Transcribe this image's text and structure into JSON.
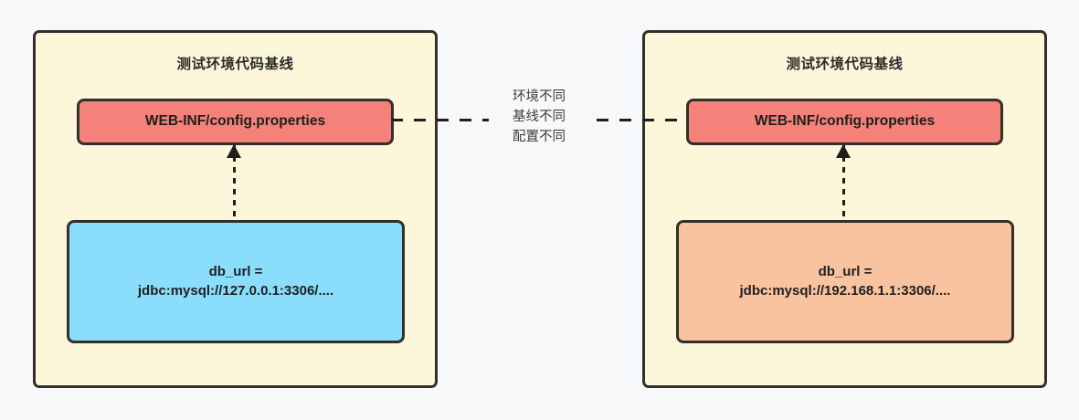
{
  "diagram": {
    "title_left": "测试环境代码基线",
    "title_right": "测试环境代码基线",
    "link_label_lines": [
      "环境不同",
      "基线不同",
      "配置不同"
    ],
    "left_panel": {
      "file_node": "WEB-INF/config.properties",
      "config_node_line1": "db_url =",
      "config_node_line2": "jdbc:mysql://127.0.0.1:3306/....",
      "config_node_color": "#8bdefb",
      "file_node_color": "#f4827a",
      "panel_color": "#fcf6da"
    },
    "right_panel": {
      "file_node": "WEB-INF/config.properties",
      "config_node_line1": "db_url =",
      "config_node_line2": "jdbc:mysql://192.168.1.1:3306/....",
      "config_node_color": "#fac3a0",
      "file_node_color": "#f4827a",
      "panel_color": "#fcf6da"
    },
    "stroke_color": "#33302c",
    "background_color": "#f7f8fa"
  }
}
